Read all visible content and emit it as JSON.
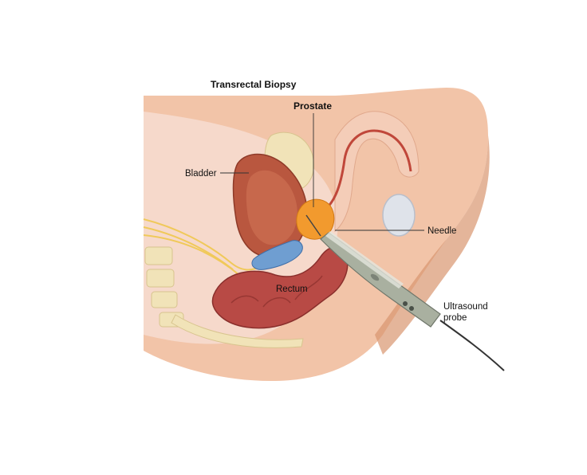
{
  "diagram": {
    "title": "Transrectal Biopsy",
    "labels": {
      "prostate": "Prostate",
      "bladder": "Bladder",
      "needle": "Needle",
      "rectum": "Rectum",
      "probe_line1": "Ultrasound",
      "probe_line2": "probe"
    },
    "colors": {
      "skin": "#f2c4a8",
      "skin_dark": "#d9956f",
      "tissue": "#f6d9cb",
      "bladder": "#b9573f",
      "bladder_inner": "#c7684c",
      "prostate": "#f29a2e",
      "rectum": "#b84a45",
      "bone": "#f1e3b8",
      "probe": "#a9b0a0"
    }
  }
}
